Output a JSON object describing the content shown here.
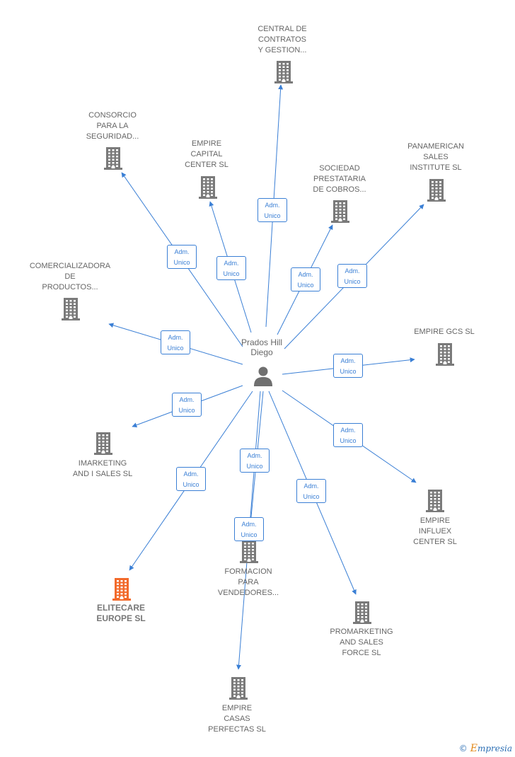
{
  "colors": {
    "edge": "#3a7fd5",
    "building": "#7a7a7a",
    "building_highlight": "#f26a2b",
    "person": "#6f6f6f",
    "label": "#666666"
  },
  "center_person": {
    "label": "Prados Hill\nDiego",
    "icon": "person-icon"
  },
  "companies": [
    {
      "id": "central",
      "label": "CENTRAL DE\nCONTRATOS\nY GESTION...",
      "icon": "building-icon",
      "highlight": false
    },
    {
      "id": "consorcio",
      "label": "CONSORCIO\nPARA LA\nSEGURIDAD...",
      "icon": "building-icon",
      "highlight": false
    },
    {
      "id": "empire-capital",
      "label": "EMPIRE\nCAPITAL\nCENTER  SL",
      "icon": "building-icon",
      "highlight": false
    },
    {
      "id": "sociedad",
      "label": "SOCIEDAD\nPRESTATARIA\nDE COBROS...",
      "icon": "building-icon",
      "highlight": false
    },
    {
      "id": "panamerican",
      "label": "PANAMERICAN\nSALES\nINSTITUTE  SL",
      "icon": "building-icon",
      "highlight": false
    },
    {
      "id": "comercializadora",
      "label": "COMERCIALIZADORA\nDE\nPRODUCTOS...",
      "icon": "building-icon",
      "highlight": false
    },
    {
      "id": "empire-gcs",
      "label": "EMPIRE GCS  SL",
      "icon": "building-icon",
      "highlight": false
    },
    {
      "id": "imarketing",
      "label": "IMARKETING\nAND I SALES  SL",
      "icon": "building-icon",
      "highlight": false
    },
    {
      "id": "empire-influex",
      "label": "EMPIRE\nINFLUEX\nCENTER  SL",
      "icon": "building-icon",
      "highlight": false
    },
    {
      "id": "formacion",
      "label": "FORMACION\nPARA\nVENDEDORES...",
      "icon": "building-icon",
      "highlight": false
    },
    {
      "id": "elitecare",
      "label": "ELITECARE\nEUROPE  SL",
      "icon": "building-icon",
      "highlight": true
    },
    {
      "id": "promarketing",
      "label": "PROMARKETING\nAND SALES\nFORCE  SL",
      "icon": "building-icon",
      "highlight": false
    },
    {
      "id": "empire-casas",
      "label": "EMPIRE\nCASAS\nPERFECTAS  SL",
      "icon": "building-icon",
      "highlight": false
    }
  ],
  "relations": [
    {
      "to": "central",
      "role": "Adm.\nUnico"
    },
    {
      "to": "consorcio",
      "role": "Adm.\nUnico"
    },
    {
      "to": "empire-capital",
      "role": "Adm.\nUnico"
    },
    {
      "to": "sociedad",
      "role": "Adm.\nUnico"
    },
    {
      "to": "panamerican",
      "role": "Adm.\nUnico"
    },
    {
      "to": "comercializadora",
      "role": "Adm.\nUnico"
    },
    {
      "to": "empire-gcs",
      "role": "Adm.\nUnico"
    },
    {
      "to": "imarketing",
      "role": "Adm.\nUnico"
    },
    {
      "to": "empire-influex",
      "role": "Adm.\nUnico"
    },
    {
      "to": "formacion",
      "role": "Adm.\nUnico"
    },
    {
      "to": "elitecare",
      "role": "Adm.\nUnico"
    },
    {
      "to": "promarketing",
      "role": "Adm.\nUnico"
    },
    {
      "to": "empire-casas",
      "role": "Adm.\nUnico"
    }
  ],
  "brand": {
    "copyright_symbol": "©",
    "initial": "E",
    "rest": "mpresia"
  }
}
